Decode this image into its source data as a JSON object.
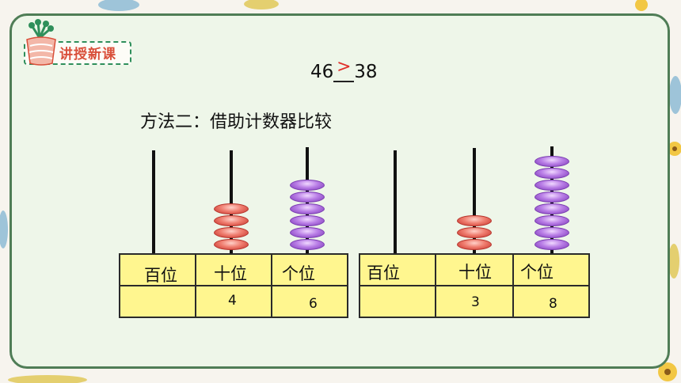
{
  "lesson_badge": {
    "label": "讲授新课",
    "color": "#d94f3a"
  },
  "comparison": {
    "left": "46",
    "symbol": ">",
    "right": "38",
    "symbol_color": "#e0302a"
  },
  "method_title": "方法二：借助计数器比较",
  "counters": [
    {
      "number": 46,
      "columns": [
        {
          "label": "百位",
          "value": "",
          "beads": 0,
          "bead_color": ""
        },
        {
          "label": "十位",
          "value": "4",
          "beads": 4,
          "bead_color": "#d9483d"
        },
        {
          "label": "个位",
          "value": "6",
          "beads": 6,
          "bead_color": "#a460d6"
        }
      ]
    },
    {
      "number": 38,
      "columns": [
        {
          "label": "百位",
          "value": "",
          "beads": 0,
          "bead_color": ""
        },
        {
          "label": "十位",
          "value": "3",
          "beads": 3,
          "bead_color": "#d9483d"
        },
        {
          "label": "个位",
          "value": "8",
          "beads": 8,
          "bead_color": "#a460d6"
        }
      ]
    }
  ],
  "colors": {
    "card_border": "#4f7d56",
    "card_bg": "#eef6e9",
    "cell_bg": "#fff68f"
  }
}
